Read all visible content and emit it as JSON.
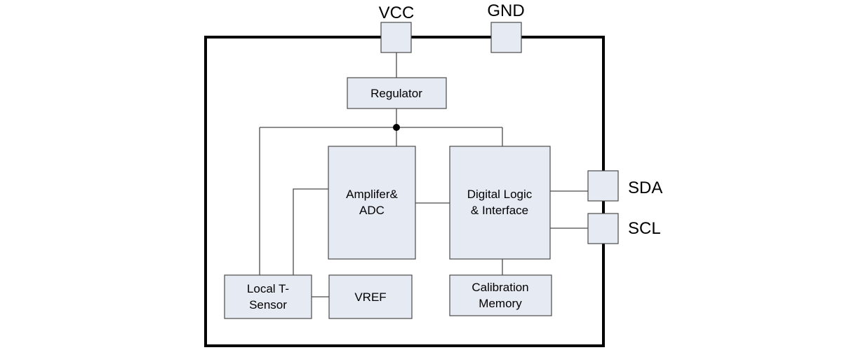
{
  "pins": {
    "vcc": "VCC",
    "gnd": "GND",
    "sda": "SDA",
    "scl": "SCL"
  },
  "blocks": {
    "regulator": [
      "Regulator"
    ],
    "amplifier_adc": [
      "Amplifer&",
      "ADC"
    ],
    "digital_logic": [
      "Digital Logic",
      "& Interface"
    ],
    "local_sensor": [
      "Local T-",
      "Sensor"
    ],
    "vref": [
      "VREF"
    ],
    "calibration_memory": [
      "Calibration",
      "Memory"
    ]
  },
  "colors": {
    "block_fill": "#e6eaf3",
    "outline": "#000000",
    "wire": "#4a4a4a"
  }
}
